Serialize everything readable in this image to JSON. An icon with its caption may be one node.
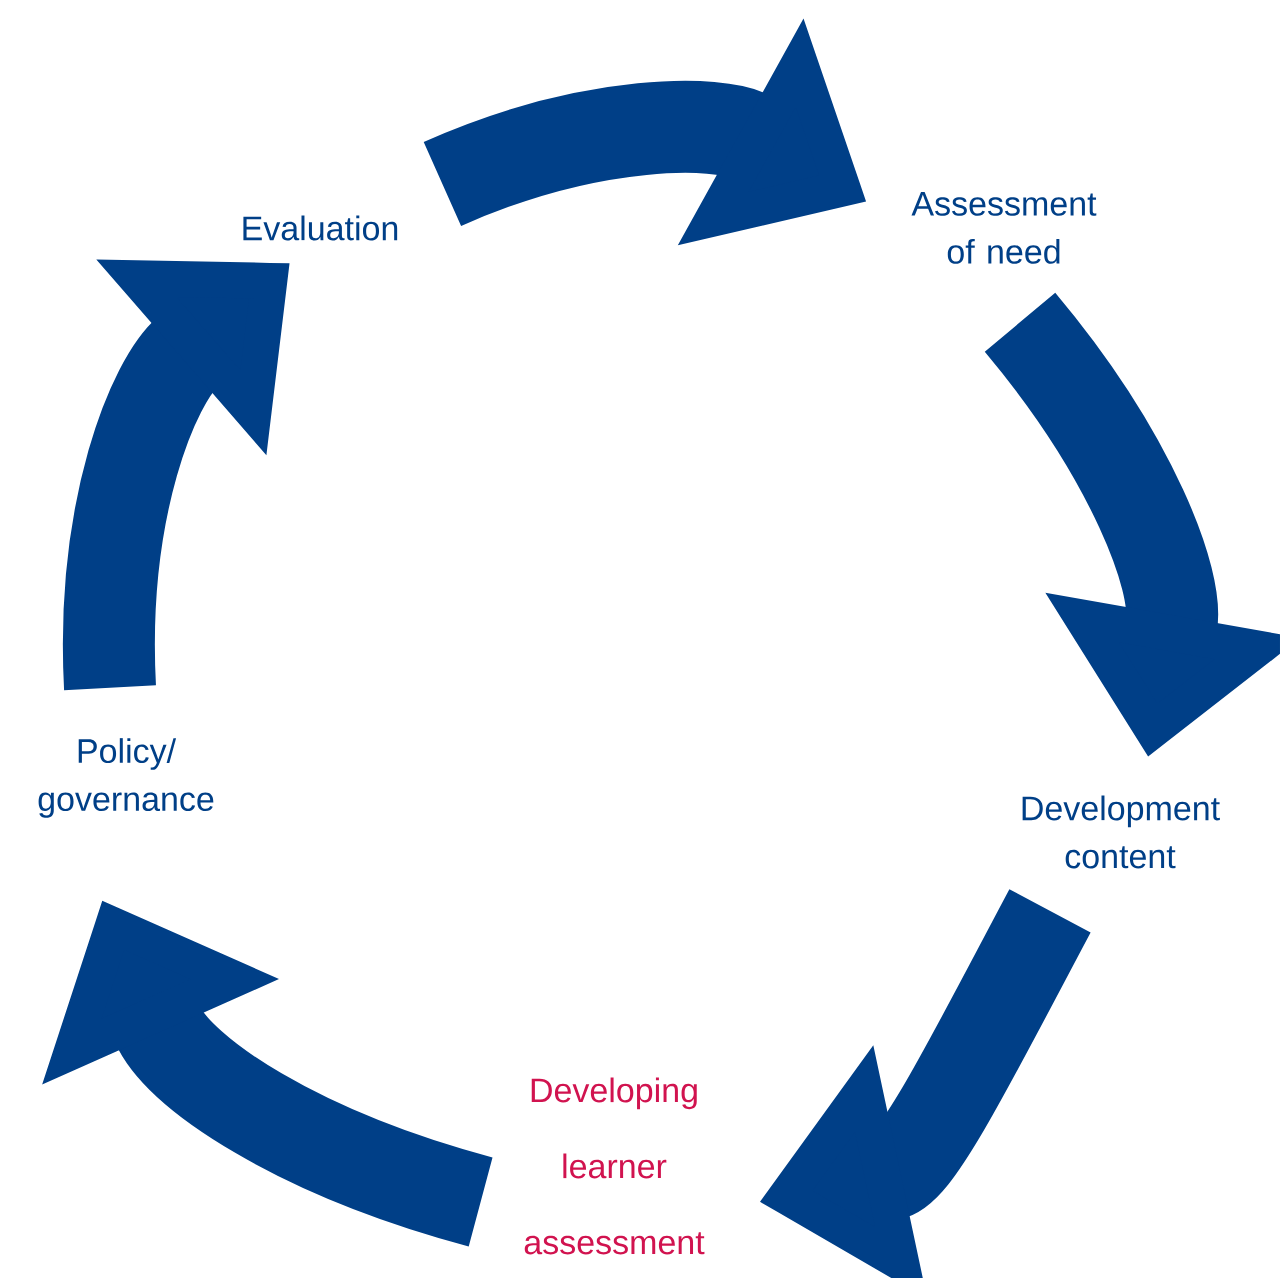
{
  "diagram": {
    "nodes": [
      {
        "text": [
          "Evaluation"
        ]
      },
      {
        "text": [
          "Assessment of need"
        ]
      },
      {
        "text": [
          "Development content"
        ]
      },
      {
        "text": [
          "Developing learner assessment"
        ]
      },
      {
        "text": [
          "Policy/ governance"
        ]
      }
    ],
    "edges": [
      {
        "from": 0,
        "to": 1,
        "arrow": "to"
      },
      {
        "from": 1,
        "to": 2,
        "arrow": "to"
      },
      {
        "from": 2,
        "to": 3,
        "arrow": "to"
      },
      {
        "from": 3,
        "to": 4,
        "arrow": "to"
      },
      {
        "from": 4,
        "to": 0,
        "arrow": "to"
      }
    ]
  }
}
